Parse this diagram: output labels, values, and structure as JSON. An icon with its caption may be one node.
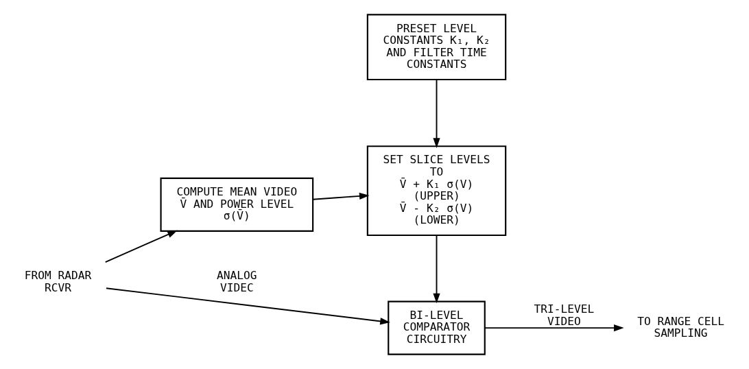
{
  "diagram": {
    "nodes": [
      {
        "text": [
          "FROM RADAR RCVR"
        ]
      },
      {
        "text": [
          "BI-LEVEL COMPARATOR CIRCUITRY"
        ]
      },
      {
        "text": [
          "TO RANGE CELL SAMPLING"
        ]
      },
      {
        "text": [
          "COMPUTE MEAN VIDEO V̄ AND POWER LEVEL σ(V̄)"
        ]
      },
      {
        "text": [
          "SET SLICE LEVELS TO",
          "V̄ + K₁ σ(V)",
          "(UPPER)",
          "V̄ - K₂ σ(V)",
          "(LOWER)"
        ]
      },
      {
        "text": [
          "PRESET LEVEL CONSTANTS K₁, K₂ AND FILTER TIME CONSTANTS"
        ]
      }
    ],
    "edges": [
      {
        "from": 0,
        "to": 1,
        "arrow": "to",
        "label": "ANALOG VIDEC"
      },
      {
        "from": 0,
        "to": 3,
        "arrow": "to"
      },
      {
        "from": 1,
        "to": 2,
        "arrow": "to",
        "label": "TRI-LEVEL VIDEO"
      },
      {
        "from": 3,
        "to": 4,
        "arrow": "to"
      },
      {
        "from": 4,
        "to": 1,
        "arrow": "to"
      },
      {
        "from": 5,
        "to": 4,
        "arrow": "to"
      }
    ]
  }
}
